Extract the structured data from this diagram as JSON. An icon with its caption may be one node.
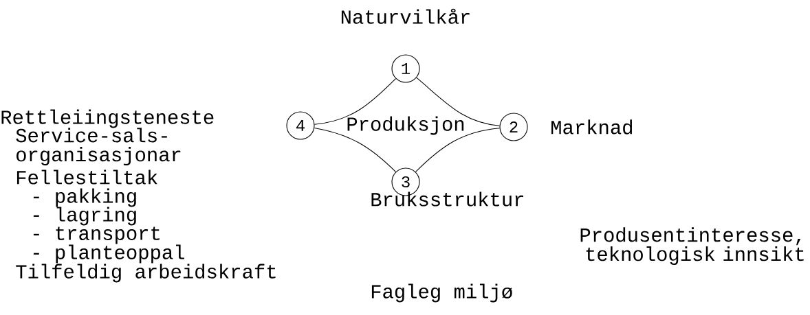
{
  "diagram": {
    "nodes": [
      {
        "text": [
          "1"
        ],
        "beside": [
          "Naturvilkår"
        ]
      },
      {
        "text": [
          "2"
        ],
        "beside": [
          "Marknad"
        ]
      },
      {
        "text": [
          "3"
        ]
      },
      {
        "text": [
          "4"
        ]
      }
    ],
    "edges": [
      {
        "from": 0,
        "to": 1,
        "arrow": "none"
      },
      {
        "from": 1,
        "to": 2,
        "arrow": "none"
      },
      {
        "from": 2,
        "to": 3,
        "arrow": "none"
      },
      {
        "from": 3,
        "to": 0,
        "arrow": "none"
      }
    ],
    "labels": [
      "Produksjon",
      "Rettleiingsteneste",
      "Service-sals- organisasjonar",
      "Fellestiltak",
      "- pakking",
      "- lagring",
      "- transport",
      "- planteoppal",
      "Tilfeldig arbeidskraft",
      "Bruksstruktur",
      "Produsentinteresse, teknologisk innsikt",
      "Fagleg miljø"
    ]
  }
}
